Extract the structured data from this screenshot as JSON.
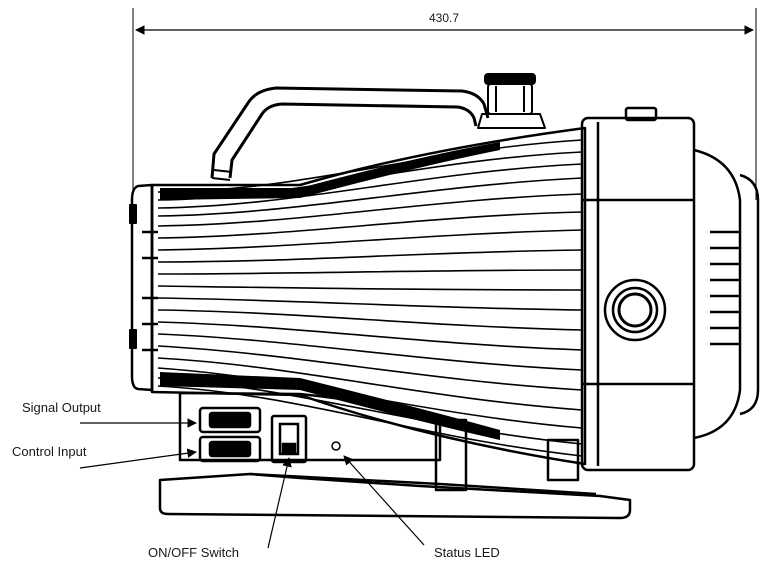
{
  "dimension": {
    "overall_length": "430.7"
  },
  "callouts": {
    "signal_output": "Signal Output",
    "control_input": "Control Input",
    "on_off_switch": "ON/OFF Switch",
    "status_led": "Status LED"
  },
  "colors": {
    "line": "#000000",
    "background": "#ffffff"
  }
}
